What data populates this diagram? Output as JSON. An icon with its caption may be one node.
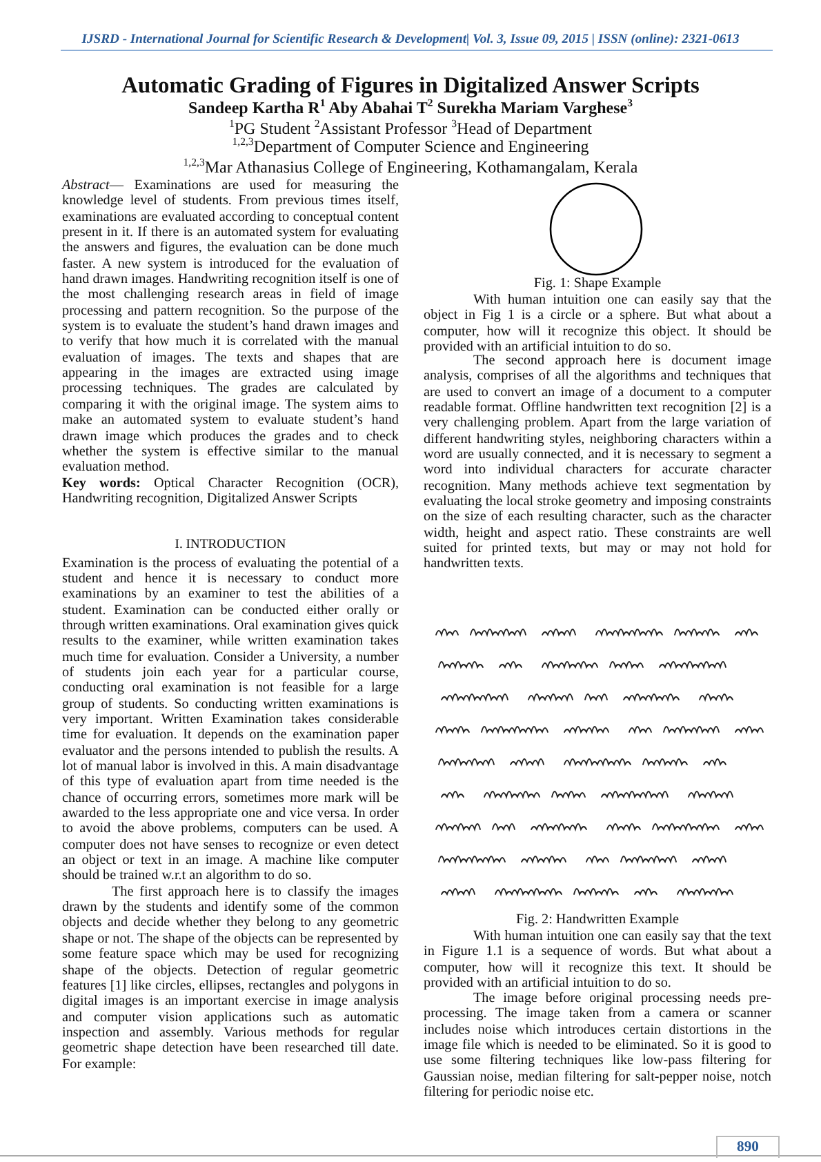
{
  "diagram": {
    "title": "Automatic Grading of Figures in Digitalized Answer Scripts",
    "nodes": [
      {
        "text": [],
        "shape": "circle",
        "beside": [
          "Fig. 1: Shape Example"
        ]
      },
      {
        "text": [],
        "shape": "picture",
        "beside": [
          "Fig. 2: Handwritten Example"
        ]
      }
    ],
    "labels": [
      "IJSRD - International Journal for Scientific Research & Development| Vol. 3, Issue 09, 2015 | ISSN (online): 2321-0613",
      "Sandeep Kartha R$^{1}$ Aby Abahai T$^{2}$ Surekha Mariam Varghese$^{3}$",
      "$^{1}$PG Student $^{2}$Assistant Professor $^{3}$Head of Department",
      "$^{1,2,3}$Department of Computer Science and Engineering",
      "$^{1,2,3}$Mar Athanasius College of Engineering, Kothamangalam, Kerala",
      "*Abstract*— Examinations are used for measuring the knowledge level of students. From previous times itself, examinations are evaluated according to conceptual content present in it. If there is an automated system for evaluating the answers and figures, the evaluation can be done much faster. A new system is introduced for the evaluation of hand drawn images. Handwriting recognition itself is one of the most challenging research areas in field of image processing and pattern recognition. So the purpose of the system is to evaluate the student’s hand drawn images and to verify that how much it is correlated with the manual evaluation of images. The texts and shapes that are appearing in the images are extracted using image processing techniques. The grades are calculated by comparing it with the original image. The system aims to make an automated system to evaluate student’s hand drawn image which produces the grades and to check whether the system is effective similar to the manual evaluation method.",
      "**Key words:** Optical Character Recognition (OCR), Handwriting recognition, Digitalized Answer Scripts",
      "I. INTRODUCTION",
      "Examination is the process of evaluating the potential of a student and hence it is necessary to conduct more examinations by an examiner to test the abilities of a student. Examination can be conducted either orally or through written examinations. Oral examination gives quick results to the examiner, while written examination takes much time for evaluation. Consider a University, a number of students join each year for a particular course, conducting oral examination is not feasible for a large group of students. So conducting written examinations is very important. Written Examination takes considerable time for evaluation. It depends on the examination paper evaluator and the persons intended to publish the results. A lot of manual labor is involved in this. A main disadvantage of this type of evaluation apart from time needed is the chance of occurring errors, sometimes more mark will be awarded to the less appropriate one and vice versa. In order to avoid the above problems, computers can be used. A computer does not have senses to recognize or even detect an object or text in an image. A machine like computer should be trained w.r.t an algorithm to do so.",
      "The first approach here is to classify the images drawn by the students and identify some of the common objects and decide whether they belong to any geometric shape or not. The shape of the objects can be represented by some feature space which may be used for recognizing shape of the objects. Detection of regular geometric features [1] like circles, ellipses, rectangles and polygons in digital images is an important exercise in image analysis and computer vision applications such as automatic inspection and assembly. Various methods for regular geometric shape detection have been researched till date. For example:",
      "With human intuition one can easily say that the object in Fig 1 is a circle or a sphere. But what about a computer, how will it recognize this object. It should be provided with an artificial intuition to do so.",
      "The second approach here is document image analysis, comprises of all the algorithms and techniques that are used to convert an image of a document to a computer readable format. Offline handwritten text recognition [2] is a very challenging problem. Apart from the large variation of different handwriting styles, neighboring characters within a word are usually connected, and it is necessary to segment a word into individual characters for accurate character recognition. Many methods achieve text segmentation by evaluating the local stroke geometry and imposing constraints on the size of each resulting character, such as the character width, height and aspect ratio. These constraints are well suited for printed texts, but may or may not hold for handwritten texts.",
      "With human intuition one can easily say that the text in Figure 1.1 is a sequence of words. But what about a computer, how will it recognize this text. It should be provided with an artificial intuition to do so.",
      "The image before original processing needs pre-processing. The image taken from a camera or scanner includes noise which introduces certain distortions in the image file which is needed to be eliminated. So it is good to use some filtering techniques like low-pass filtering for Gaussian noise, median filtering for salt-pepper noise, notch filtering for periodic noise etc.",
      "890"
    ]
  }
}
